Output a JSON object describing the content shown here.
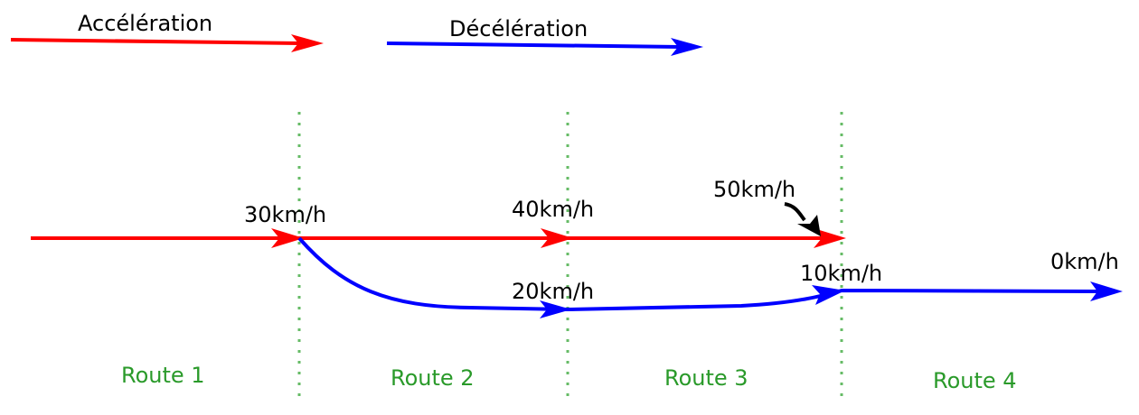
{
  "colors": {
    "acceleration": "#ff0000",
    "deceleration": "#0000ff",
    "boundary": "#66bb66",
    "route_text": "#2a9a2a",
    "annotation": "#000000"
  },
  "legend": {
    "acceleration": "Accélération",
    "deceleration": "Décélération"
  },
  "speeds": {
    "s30": "30km/h",
    "s40": "40km/h",
    "s50": "50km/h",
    "s20": "20km/h",
    "s10": "10km/h",
    "s0": "0km/h"
  },
  "routes": [
    "Route 1",
    "Route 2",
    "Route 3",
    "Route 4"
  ]
}
